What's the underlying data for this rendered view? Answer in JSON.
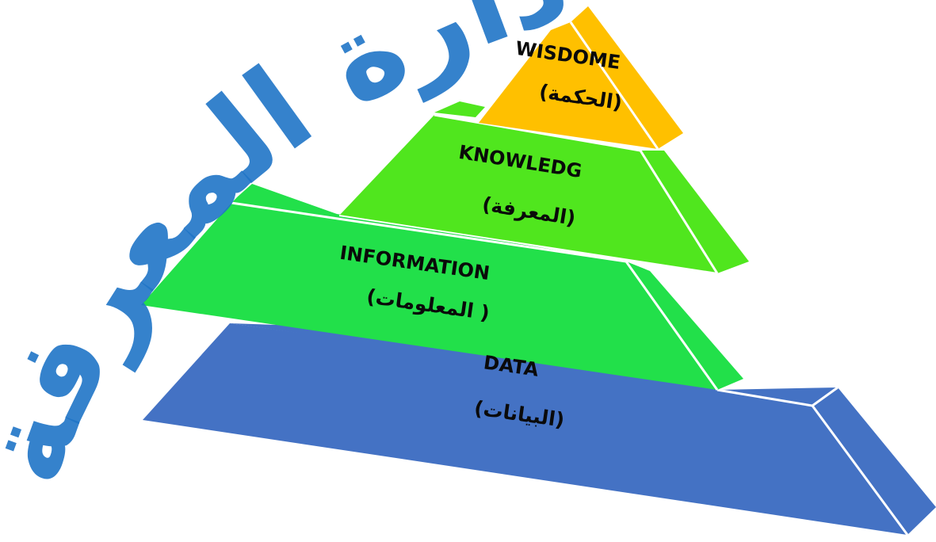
{
  "pyramid": {
    "levels": [
      {
        "id": "wisdom",
        "label_en": "WISDOME",
        "label_ar": "(الحكمة)",
        "color": "#FFC000"
      },
      {
        "id": "knowledge",
        "label_en": "KNOWLEDG",
        "label_ar": "(المعرفة)",
        "color": "#50E61E"
      },
      {
        "id": "information",
        "label_en": "INFORMATION",
        "label_ar": "( المعلومات)",
        "color": "#22E04A"
      },
      {
        "id": "data",
        "label_en": "DATA",
        "label_ar": "(البيانات)",
        "color": "#4472C4"
      }
    ]
  },
  "watermark": {
    "text": "إدارة المعرفة",
    "color": "#1F74C6"
  }
}
